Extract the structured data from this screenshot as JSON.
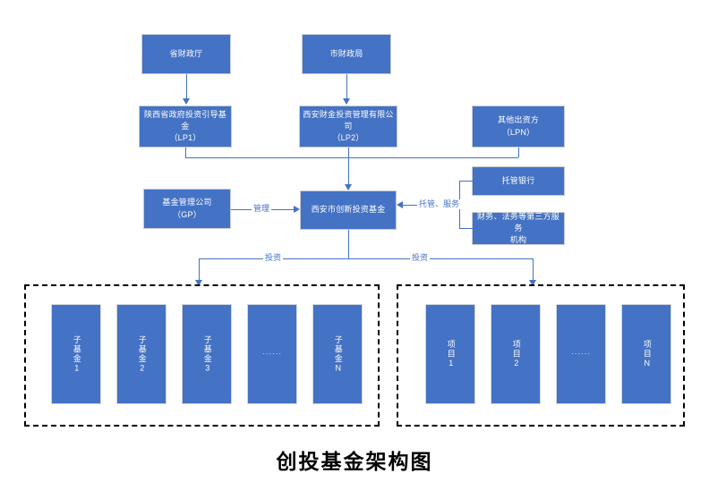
{
  "title": "创投基金架构图",
  "palette": {
    "node_fill": "#4472C4",
    "node_border": "#c9ccd1",
    "connector": "#4472C4",
    "group_border": "#000000",
    "node_text": "#ffffff",
    "title_text": "#000000",
    "background": "#ffffff"
  },
  "nodes": {
    "provincial_finance": {
      "line1": "省财政厅",
      "line2": ""
    },
    "municipal_finance": {
      "line1": "市财政局",
      "line2": ""
    },
    "lp1": {
      "line1": "陕西省政府投资引导基金",
      "line2": "（LP1）"
    },
    "lp2": {
      "line1": "西安财金投资管理有限公司",
      "line2": "（LP2）"
    },
    "lpn": {
      "line1": "其他出资方",
      "line2": "（LPN）"
    },
    "gp": {
      "line1": "基金管理公司",
      "line2": "（GP）"
    },
    "fund": {
      "line1": "西安市创新投资基金",
      "line2": ""
    },
    "custodian_bank": {
      "line1": "托管银行",
      "line2": ""
    },
    "third_party": {
      "line1": "财务、法务等第三方服务",
      "line2": "机构"
    }
  },
  "edge_labels": {
    "manage": "管理",
    "custody_service": "托管、服务",
    "invest_left": "投资",
    "invest_right": "投资"
  },
  "sub_funds": [
    {
      "text": "子基金1",
      "is_dots": false
    },
    {
      "text": "子基金2",
      "is_dots": false
    },
    {
      "text": "子基金3",
      "is_dots": false
    },
    {
      "text": "······",
      "is_dots": true
    },
    {
      "text": "子基金N",
      "is_dots": false
    }
  ],
  "projects": [
    {
      "text": "项目1",
      "is_dots": false
    },
    {
      "text": "项目2",
      "is_dots": false
    },
    {
      "text": "······",
      "is_dots": true
    },
    {
      "text": "项目N",
      "is_dots": false
    }
  ]
}
